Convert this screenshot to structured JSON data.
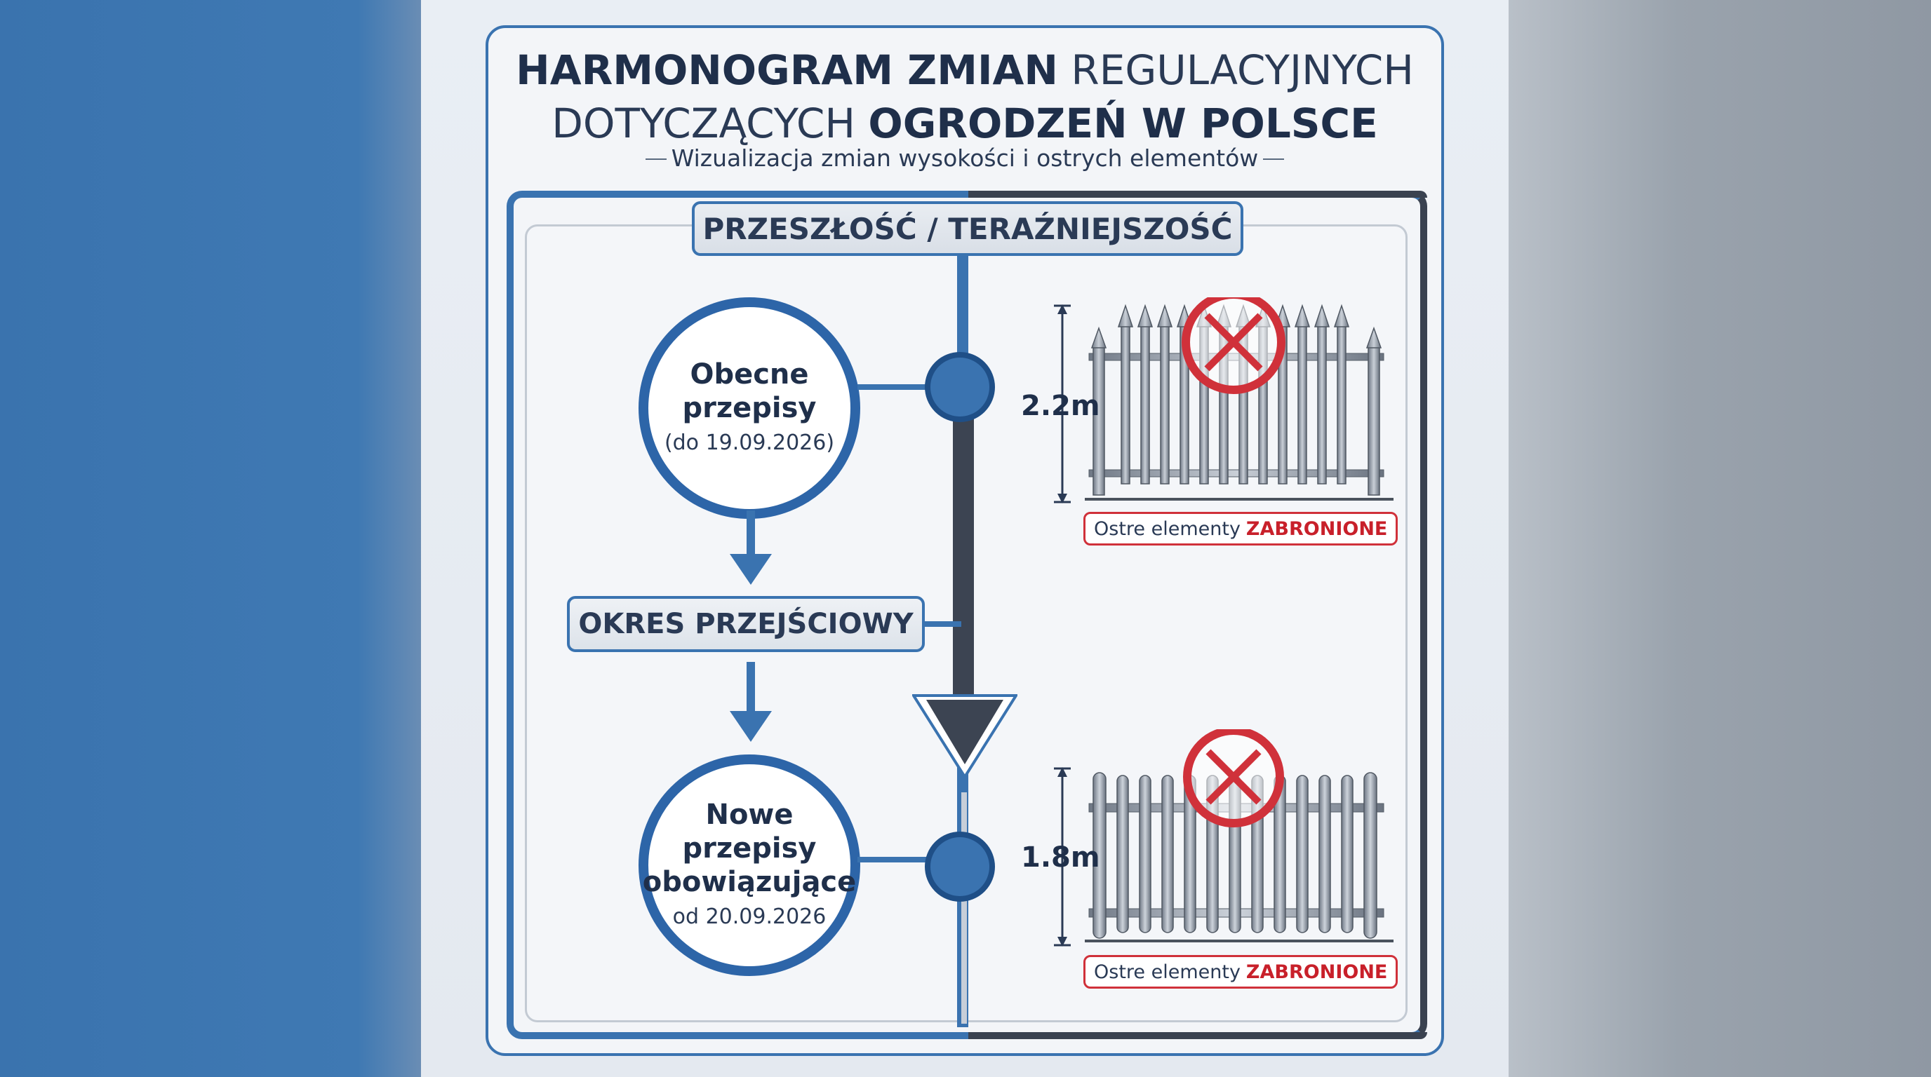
{
  "title": {
    "line1_bold": "HARMONOGRAM ZMIAN",
    "line1_light": "REGULACYJNYCH",
    "line2_light": "DOTYCZĄCYCH",
    "line2_bold": "OGRODZEŃ W POLSCE"
  },
  "subtitle": "Wizualizacja zmian wysokości i ostrych elementów",
  "header": "PRZESZŁOŚĆ / TERAŹNIEJSZOŚĆ",
  "current": {
    "line1": "Obecne",
    "line2": "przepisy",
    "date": "(do 19.09.2026)"
  },
  "transition": "OKRES PRZEJŚCIOWY",
  "new": {
    "line1": "Nowe przepisy",
    "line2": "obowiązujące",
    "date": "od 20.09.2026"
  },
  "fence_top": {
    "height_label": "2.2m",
    "badge_prefix": "Ostre elementy",
    "badge_status": "ZABRONIONE",
    "icon": "prohibited-icon"
  },
  "fence_bottom": {
    "height_label": "1.8m",
    "badge_prefix": "Ostre elementy",
    "badge_status": "ZABRONIONE",
    "icon": "prohibited-icon"
  },
  "colors": {
    "accent_blue": "#3a73b0",
    "dark_gray": "#3c4452",
    "prohibit_red": "#d0313a"
  }
}
